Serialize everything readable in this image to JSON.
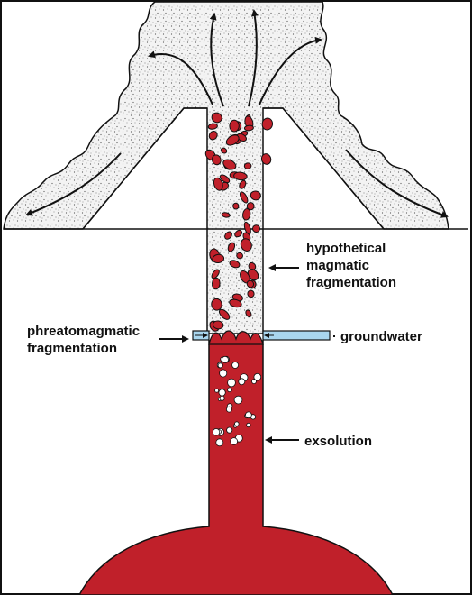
{
  "colors": {
    "magma": "#c0202a",
    "ash": "#f2f2f2",
    "groundwater": "#a9d6ee",
    "outline": "#111111"
  },
  "labels": {
    "magmatic_fragmentation": [
      "hypothetical",
      "magmatic",
      "fragmentation"
    ],
    "phreatomagmatic_fragmentation": [
      "phreatomagmatic",
      "fragmentation"
    ],
    "groundwater": "groundwater",
    "exsolution": "exsolution"
  }
}
